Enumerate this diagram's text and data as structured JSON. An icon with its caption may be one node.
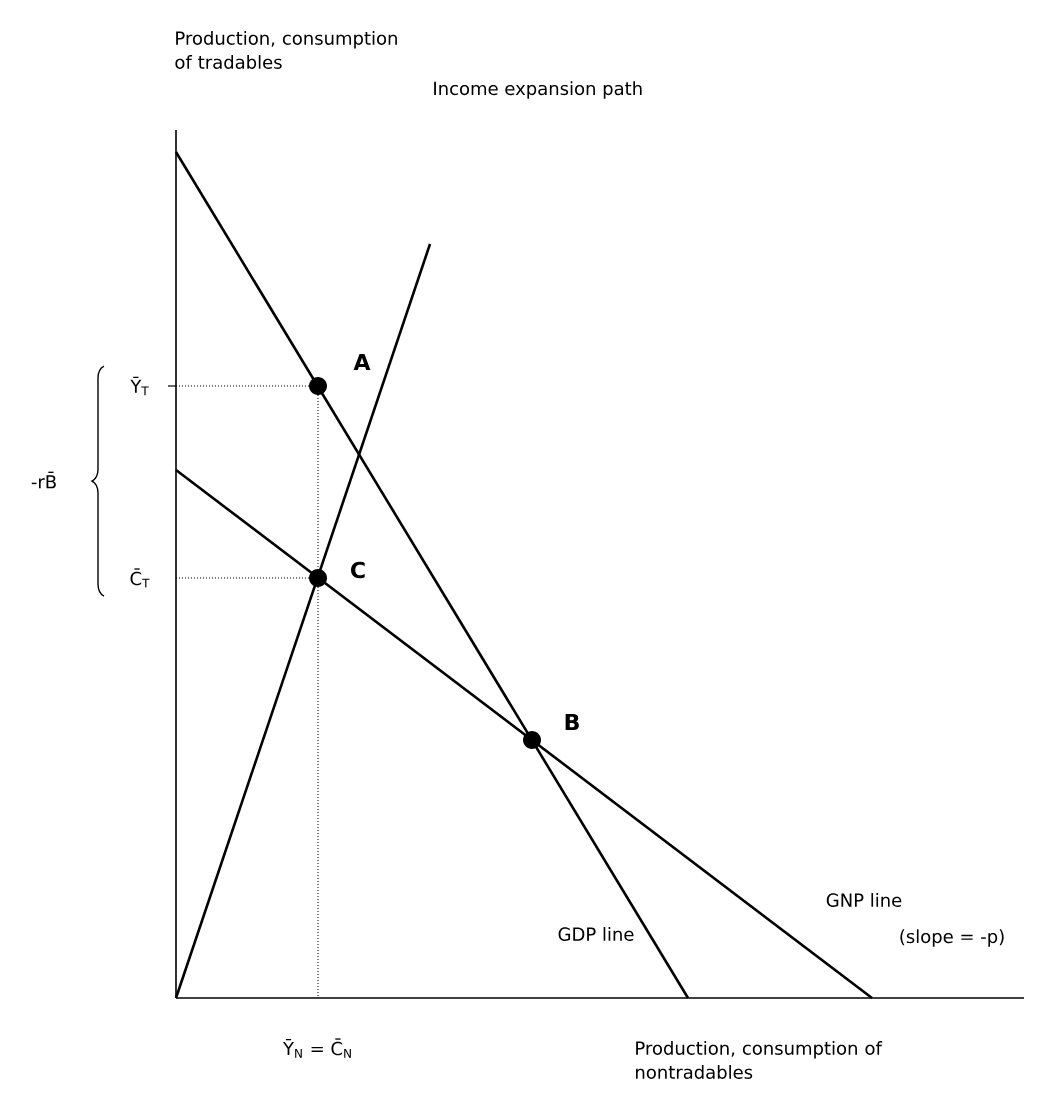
{
  "diagram": {
    "nodes": [
      {
        "text": [],
        "shape": "circle",
        "beside": [
          "A"
        ]
      },
      {
        "text": [],
        "shape": "circle",
        "beside": [
          "C"
        ]
      },
      {
        "text": [],
        "shape": "circle",
        "beside": [
          "B"
        ]
      }
    ],
    "labels": [
      "Production, consumption of tradables",
      "Income expansion path",
      "Ȳ$_{T}$",
      "-rB̄",
      "C̄$_{T}$",
      "GDP line",
      "GNP line",
      "(slope = -p)",
      "Ȳ$_{N}$ = C̄$_{N}$",
      "Production, consumption of nontradables"
    ]
  }
}
